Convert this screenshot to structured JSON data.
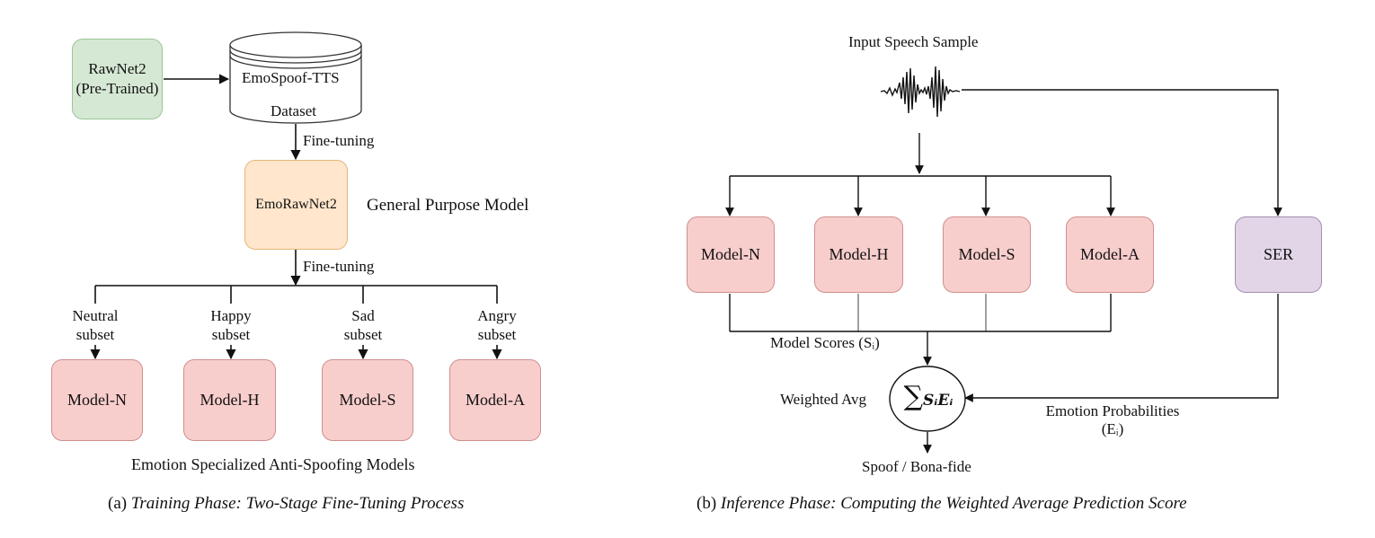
{
  "left": {
    "rawnet2": "RawNet2\n(Pre-Trained)",
    "dataset_line1": "EmoSpoof-TTS",
    "dataset_line2": "Dataset",
    "finetune1": "Fine-tuning",
    "emorawnet2": "EmoRawNet2",
    "general_purpose": "General Purpose Model",
    "finetune2": "Fine-tuning",
    "subsets": [
      "Neutral\nsubset",
      "Happy\nsubset",
      "Sad\nsubset",
      "Angry\nsubset"
    ],
    "models": [
      "Model-N",
      "Model-H",
      "Model-S",
      "Model-A"
    ],
    "bottom_label": "Emotion Specialized Anti-Spoofing Models",
    "caption_prefix": "(a) ",
    "caption_title": "Training Phase: Two-Stage Fine-Tuning Process"
  },
  "right": {
    "input_label": "Input Speech Sample",
    "models": [
      "Model-N",
      "Model-H",
      "Model-S",
      "Model-A"
    ],
    "ser": "SER",
    "model_scores": "Model Scores (Sᵢ)",
    "weighted_avg": "Weighted Avg",
    "sum_sigma": "∑",
    "sum_expr": "SᵢEᵢ",
    "emotion_probs": "Emotion Probabilities\n(Eᵢ)",
    "output": "Spoof / Bona-fide",
    "caption_prefix": "(b) ",
    "caption_title": "Inference Phase: Computing the Weighted Average Prediction Score"
  },
  "colors": {
    "green": "#d5e8d4",
    "orange": "#ffe6cc",
    "red": "#f8cecc",
    "purple": "#e1d5e7"
  },
  "icons": [
    "arrow-icon",
    "waveform-icon",
    "database-icon"
  ]
}
